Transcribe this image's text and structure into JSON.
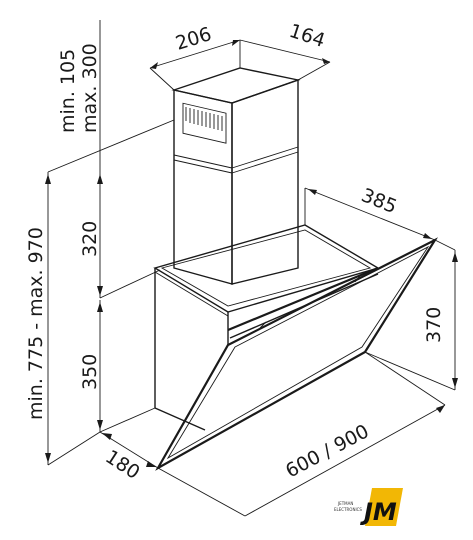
{
  "dimensions": {
    "chimney_depth": "206",
    "chimney_width": "164",
    "top_gap": "min. 105",
    "top_gap_max": "max. 300",
    "chimney_height": "320",
    "hood_depth": "385",
    "total_height": "min. 775 - max. 970",
    "glass_height": "370",
    "body_height": "350",
    "base_depth": "180",
    "width": "600 / 900"
  },
  "brand": {
    "name": "JETMAN",
    "subtitle": "ELECTRONICS",
    "monogram": "JM",
    "accent_color": "#f2b705",
    "dark_color": "#111111"
  }
}
